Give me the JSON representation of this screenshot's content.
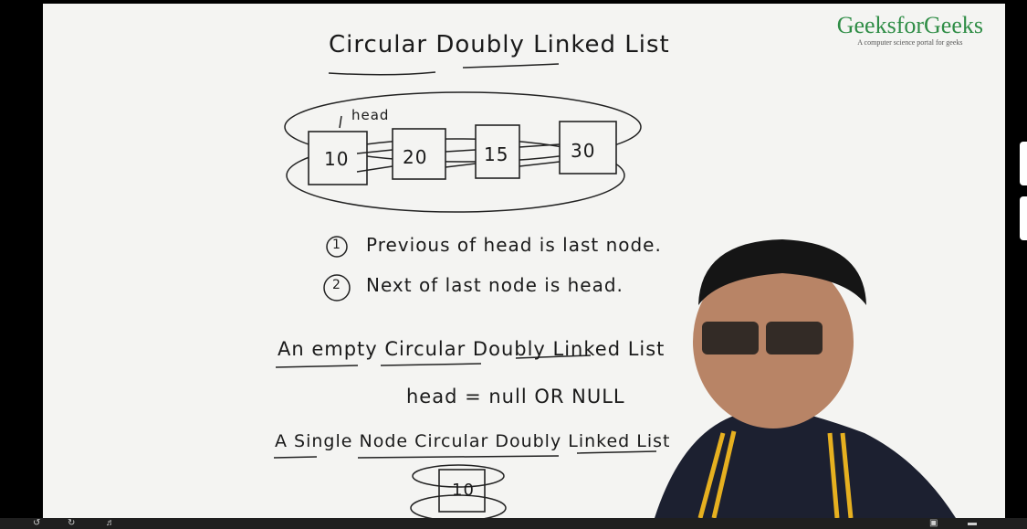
{
  "brand": {
    "name": "GeeksforGeeks",
    "tagline": "A computer science portal for geeks"
  },
  "board": {
    "title": "Circular Doubly Linked List",
    "head_label": "head",
    "nodes": [
      "10",
      "20",
      "15",
      "30"
    ],
    "points": [
      {
        "num": "1",
        "text": "Previous of head is last node."
      },
      {
        "num": "2",
        "text": "Next of last node is head."
      }
    ],
    "empty_heading": "An empty Circular Doubly Linked List",
    "empty_value": "head = null  OR  NULL",
    "single_heading": "A Single Node Circular Doubly Linked List",
    "single_node": "10"
  },
  "controls": {
    "icons": [
      "rewind-icon",
      "forward-icon",
      "volume-icon",
      "captions-icon",
      "fullscreen-icon"
    ]
  }
}
